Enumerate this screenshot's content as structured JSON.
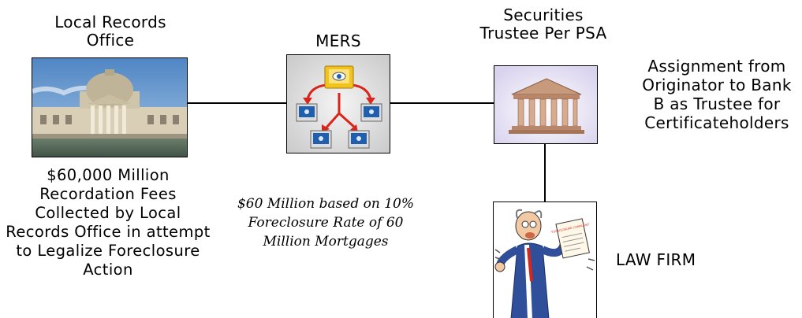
{
  "nodes": {
    "local_records": {
      "label": "Local Records Office"
    },
    "mers": {
      "label": "MERS"
    },
    "trustee": {
      "label": "Securities Trustee Per PSA"
    },
    "law_firm": {
      "label": "LAW FIRM",
      "document_text": "FORECLOSURE COMPLAINT"
    }
  },
  "fees_caption": "$60,000 Million Recordation Fees Collected by Local Records Office in attempt to Legalize Foreclosure Action",
  "basis_note": "$60 Million based on 10% Foreclosure Rate of 60 Million Mortgages",
  "assignment_note": "Assignment from Originator to Bank B as Trustee for Certificateholders",
  "icons": {
    "local_records": "courthouse-photo-icon",
    "mers": "network-monitors-icon",
    "trustee": "bank-building-icon",
    "law_firm": "lawyer-cartoon-icon"
  },
  "colors": {
    "line": "#000000",
    "sky": "#5f93c8",
    "arrow_red": "#d8261c",
    "monitor_yellow": "#f4c21c",
    "screen_blue": "#1f5fb0"
  }
}
